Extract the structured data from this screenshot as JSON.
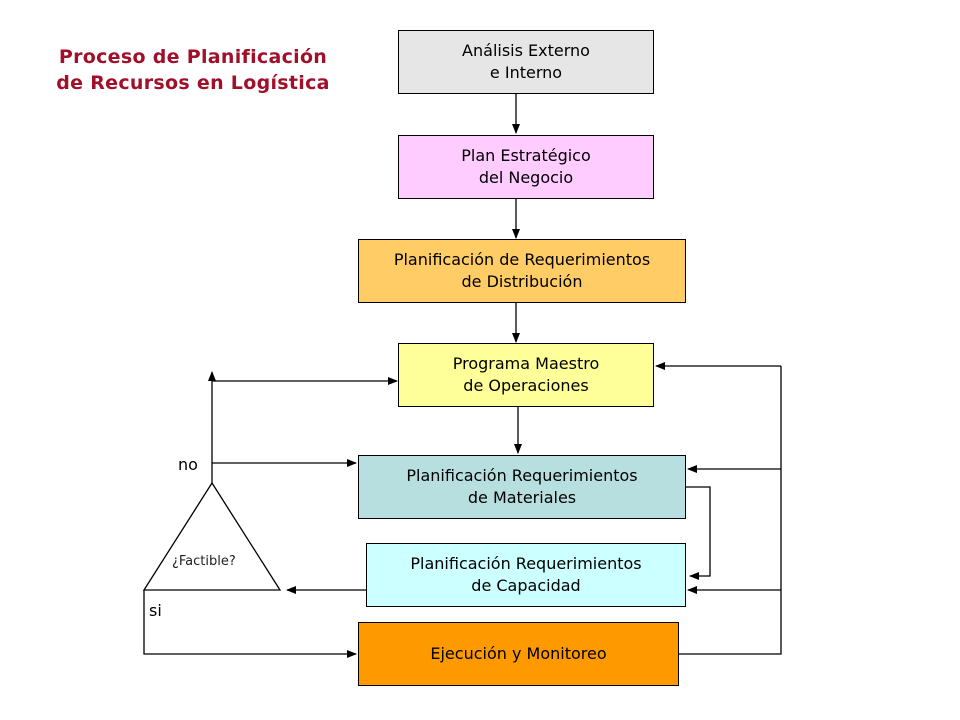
{
  "title": {
    "line1": "Proceso de Planificación",
    "line2": "de Recursos en Logística"
  },
  "nodes": {
    "analisis": {
      "line1": "Análisis Externo",
      "line2": "e Interno",
      "color": "#e6e6e6"
    },
    "plan": {
      "line1": "Plan Estratégico",
      "line2": "del Negocio",
      "color": "#ffccff"
    },
    "distribucion": {
      "line1": "Planificación de Requerimientos",
      "line2": "de Distribución",
      "color": "#ffcc66"
    },
    "programa": {
      "line1": "Programa Maestro",
      "line2": "de Operaciones",
      "color": "#ffff99"
    },
    "materiales": {
      "line1": "Planificación Requerimientos",
      "line2": "de Materiales",
      "color": "#b8dfe0"
    },
    "capacidad": {
      "line1": "Planificación Requerimientos",
      "line2": "de Capacidad",
      "color": "#ccffff"
    },
    "ejecucion": {
      "line1": "Ejecución y Monitoreo",
      "color": "#ff9900"
    }
  },
  "decision": {
    "label": "¿Factible?",
    "no_label": "no",
    "si_label": "si"
  },
  "colors": {
    "title": "#a0102a",
    "lines": "#000000"
  }
}
